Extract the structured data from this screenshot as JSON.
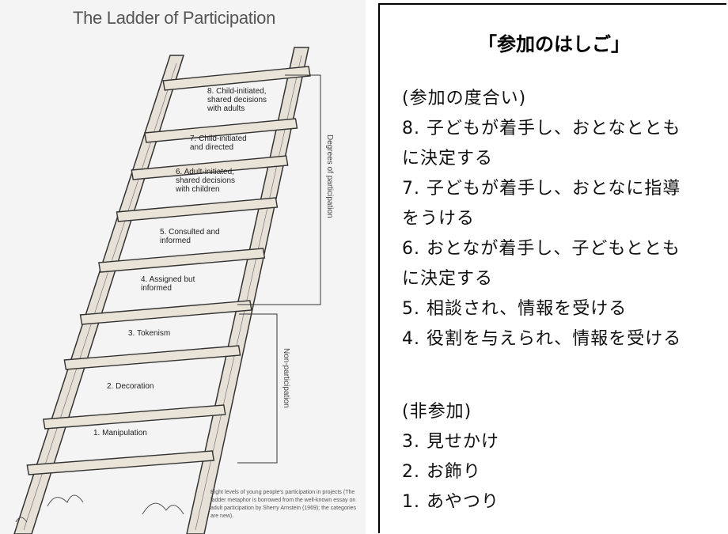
{
  "figure": {
    "title": "The Ladder of Participation",
    "rungs": [
      {
        "label": "8. Child-initiated,\nshared decisions\nwith adults"
      },
      {
        "label": "7. Child-initiated\nand directed"
      },
      {
        "label": "6. Adult-initiated,\nshared decisions\nwith children"
      },
      {
        "label": "5. Consulted and\ninformed"
      },
      {
        "label": "4. Assigned but\ninformed"
      },
      {
        "label": "3. Tokenism"
      },
      {
        "label": "2. Decoration"
      },
      {
        "label": "1. Manipulation"
      }
    ],
    "side_labels": {
      "degrees": "Degrees of participation",
      "non": "Non-participation"
    },
    "caption": "Eight levels of young people's participation in projects (The ladder metaphor is borrowed from the well-known essay on adult participation by Sherry Arnstein (1969); the categories are new)."
  },
  "japanese": {
    "title": "「参加のはしご」",
    "participation_header": "(参加の度合い)",
    "participation_lines": [
      "8. 子どもが着手し、おとなととも",
      "に決定する",
      "7. 子どもが着手し、おとなに指導",
      "をうける",
      "6. おとなが着手し、子どもととも",
      "に決定する",
      "5. 相談され、情報を受ける",
      "4. 役割を与えられ、情報を受ける"
    ],
    "non_header": "(非参加)",
    "non_lines": [
      "3. 見せかけ",
      "2. お飾り",
      "1. あやつり"
    ]
  },
  "colors": {
    "ink": "#333333",
    "panel_bg": "#f4f4f4",
    "border": "#000000"
  }
}
